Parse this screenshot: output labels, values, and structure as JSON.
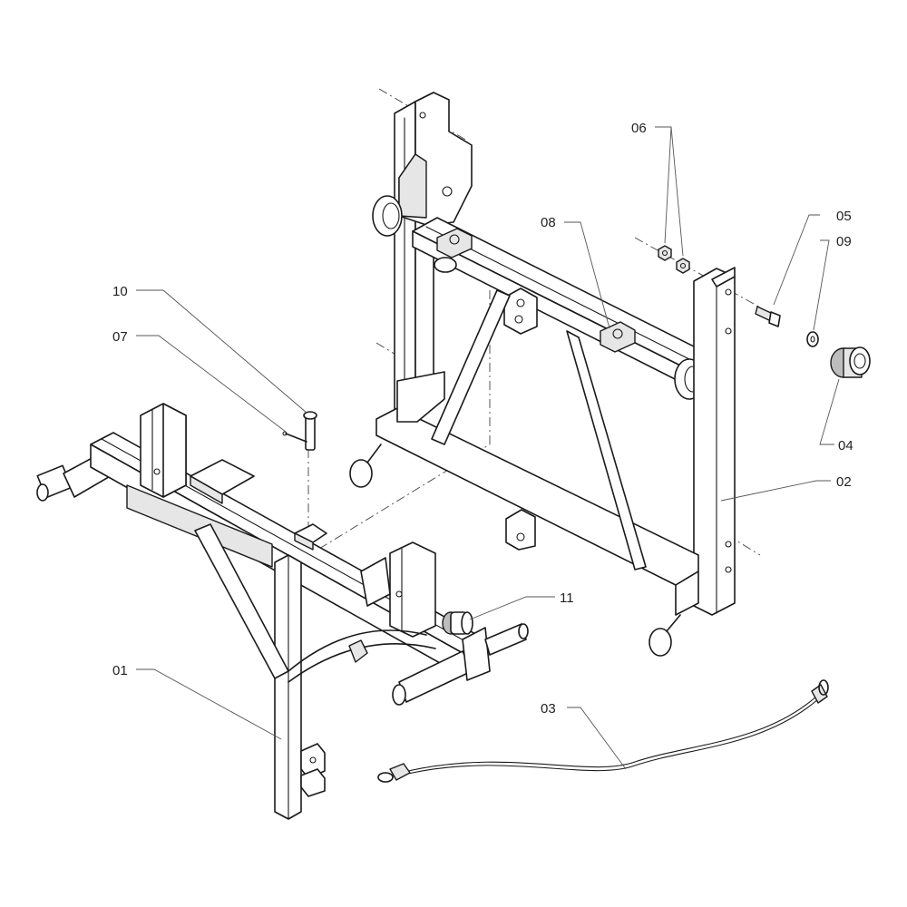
{
  "labels": {
    "p01": "01",
    "p02": "02",
    "p03": "03",
    "p04": "04",
    "p05": "05",
    "p06": "06",
    "p07": "07",
    "p08": "08",
    "p09": "09",
    "p10": "10",
    "p11": "11"
  }
}
